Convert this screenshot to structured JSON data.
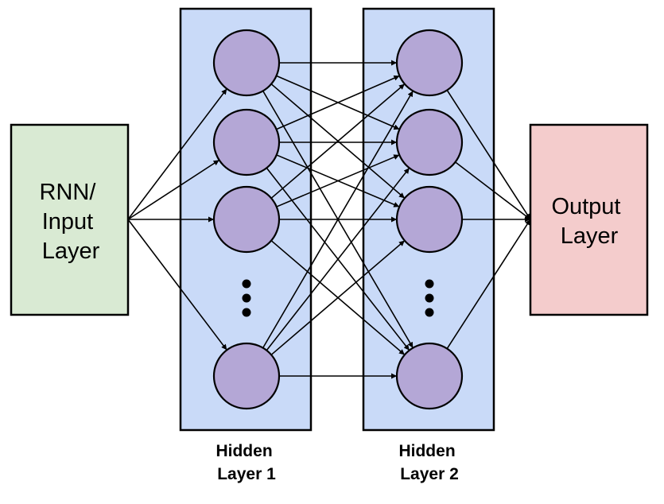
{
  "input_box": {
    "lines": [
      "RNN/",
      "Input",
      "Layer"
    ],
    "fill": "#d9ead3"
  },
  "hidden_layer_1": {
    "caption": [
      "Hidden",
      "Layer 1"
    ],
    "fill": "#c9daf8",
    "visible_neurons": 4
  },
  "hidden_layer_2": {
    "caption": [
      "Hidden",
      "Layer 2"
    ],
    "fill": "#c9daf8",
    "visible_neurons": 4
  },
  "output_box": {
    "lines": [
      "Output",
      "Layer"
    ],
    "fill": "#f4cccc"
  },
  "neuron_fill": "#b4a7d6",
  "ellipsis_icon": "vertical-ellipsis-icon"
}
